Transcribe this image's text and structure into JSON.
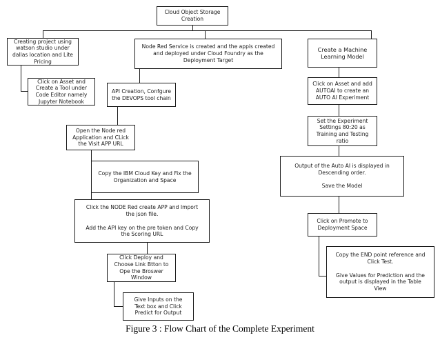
{
  "nodes": {
    "root": "Cloud  Object Storage\nCreation",
    "project": "Creating  project  using\nwatson studio  under\ndallas location and Lite\nPricing",
    "asset_tool": "Click  on Asset and\nCreate  a Tool under\nCode Editor namely\nJupyter  Notebook",
    "node_red_service": "Node Red Service is created  and the appis created\nand deployed  under Cloud Foundry  as the\nDeployment  Target",
    "api_creation": "API Creation,  Confgure\nthe DEVOPS tool  chain",
    "open_node_red": "Open the Node red\nApplication  and CLick\nthe Visit APP URL",
    "copy_key": "Copy  the IBM Cloud Key and Fix the\nOrganization  and Space",
    "create_app_1": "Click  the NODE Red create  APP and Import\nthe json file.",
    "create_app_2": "Add the API key on the pre token and Copy\nthe Scoring  URL",
    "deploy": "Click  Deploy  and\nChoose Link Btton  to\nOpe the Broswer\nWindow",
    "inputs": "Give Inputs on the\nText box and Click\nPredict  for Output",
    "ml_model": "Create  a Machine\nLearning Model",
    "autoai": "Click on Asset and add\nAUTOAI to create an\nAUTO AI Experiment",
    "settings": "Set the Experiment\nSettings 80:20 as\nTraining  and Testing\nratio",
    "output_1": "Output  of the Auto AI is displayed in\nDescending order.",
    "output_2": "Save the Model",
    "promote": "Click on Promote  to\nDeployment  Space",
    "endpoint_1": "Copy  the END point reference  and\nClick  Test.",
    "endpoint_2": "Give Values for Prediction  and the\noutput  is displayed  in the Table\nView"
  },
  "caption": "Figure 3 : Flow Chart of the Complete Experiment"
}
